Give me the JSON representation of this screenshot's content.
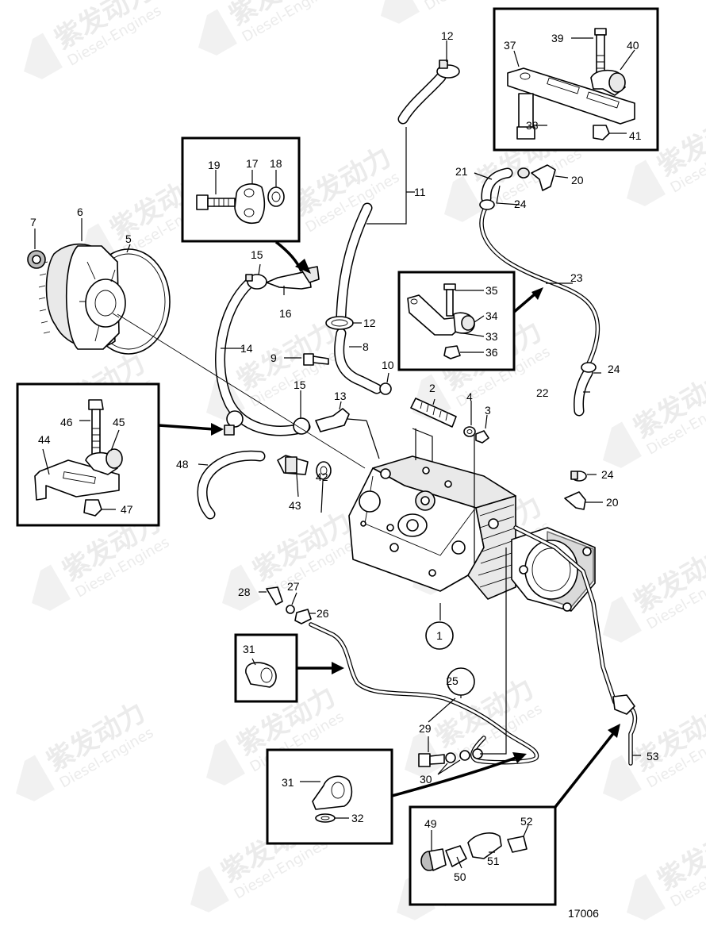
{
  "diagram_id": "17006",
  "watermark": {
    "brand_cn": "紫发动力",
    "brand_en": "Diesel-Engines"
  },
  "callouts": [
    "1",
    "2",
    "3",
    "4",
    "5",
    "6",
    "7",
    "8",
    "9",
    "10",
    "11",
    "12",
    "12",
    "13",
    "14",
    "15",
    "15",
    "16",
    "17",
    "18",
    "19",
    "20",
    "20",
    "21",
    "22",
    "23",
    "24",
    "24",
    "24",
    "25",
    "26",
    "27",
    "28",
    "29",
    "30",
    "31",
    "31",
    "32",
    "33",
    "34",
    "35",
    "36",
    "37",
    "38",
    "39",
    "40",
    "41",
    "42",
    "43",
    "44",
    "45",
    "46",
    "47",
    "48",
    "49",
    "50",
    "51",
    "52",
    "53"
  ]
}
